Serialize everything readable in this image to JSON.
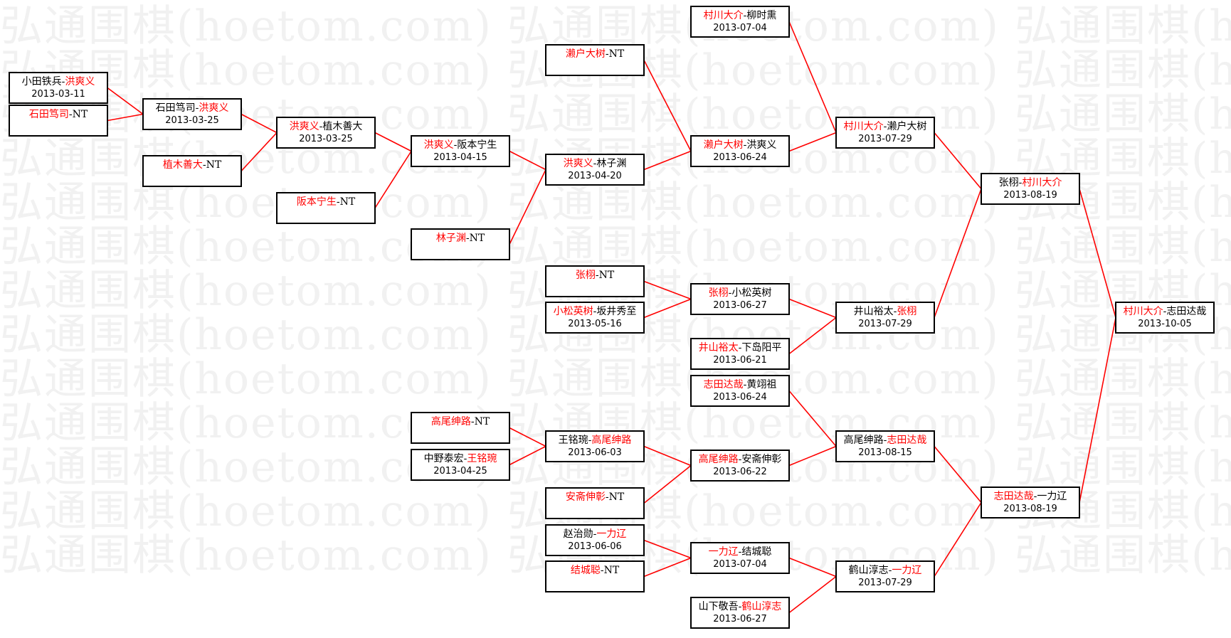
{
  "watermark": {
    "text": "弘通围棋(hoetom.com) 弘通围棋(hoetom.com) 弘通围棋(hoetom.com)"
  },
  "colors": {
    "winner": "#ff0000",
    "line": "#ff0000",
    "text": "#000000"
  },
  "tree": {
    "final": {
      "name": "final",
      "p1": "村川大介",
      "p2": "志田达哉",
      "winner": 1,
      "date": "2013-10-05",
      "children": [
        {
          "name": "semifinal-1",
          "p1": "张栩",
          "p2": "村川大介",
          "winner": 2,
          "date": "2013-08-19",
          "children": [
            {
              "name": "quarterfinal-1",
              "p1": "村川大介",
              "p2": "濑户大树",
              "winner": 1,
              "date": "2013-07-29",
              "children": [
                {
                  "name": "r4-murakawa",
                  "p1": "村川大介",
                  "p2": "柳时熏",
                  "winner": 1,
                  "date": "2013-07-04"
                },
                {
                  "name": "r4-seto",
                  "p1": "濑户大树",
                  "p2": "洪爽义",
                  "winner": 1,
                  "date": "2013-06-24",
                  "children": [
                    {
                      "name": "r3-seto",
                      "p1": "濑户大树",
                      "p2": "NT",
                      "winner": 1,
                      "date": ""
                    },
                    {
                      "name": "r3-hong",
                      "p1": "洪爽义",
                      "p2": "林子渊",
                      "winner": 1,
                      "date": "2013-04-20",
                      "children": [
                        {
                          "name": "r2-hong",
                          "p1": "洪爽义",
                          "p2": "阪本宁生",
                          "winner": 1,
                          "date": "2013-04-15",
                          "children": [
                            {
                              "name": "r1c-hong",
                              "p1": "洪爽义",
                              "p2": "植木善大",
                              "winner": 1,
                              "date": "2013-03-25",
                              "children": [
                                {
                                  "name": "r1b-hong",
                                  "p1": "石田笃司",
                                  "p2": "洪爽义",
                                  "winner": 2,
                                  "date": "2013-03-25",
                                  "children": [
                                    {
                                      "name": "r1a-hong",
                                      "p1": "小田铁兵",
                                      "p2": "洪爽义",
                                      "winner": 2,
                                      "date": "2013-03-11"
                                    },
                                    {
                                      "name": "r1a-ishida",
                                      "p1": "石田笃司",
                                      "p2": "NT",
                                      "winner": 1,
                                      "date": ""
                                    }
                                  ]
                                },
                                {
                                  "name": "r1b-ueki",
                                  "p1": "植木善大",
                                  "p2": "NT",
                                  "winner": 1,
                                  "date": ""
                                }
                              ]
                            },
                            {
                              "name": "r1c-sakamoto",
                              "p1": "阪本宁生",
                              "p2": "NT",
                              "winner": 1,
                              "date": ""
                            }
                          ]
                        },
                        {
                          "name": "r2-lin",
                          "p1": "林子渊",
                          "p2": "NT",
                          "winner": 1,
                          "date": ""
                        }
                      ]
                    }
                  ]
                }
              ]
            },
            {
              "name": "quarterfinal-2",
              "p1": "井山裕太",
              "p2": "张栩",
              "winner": 2,
              "date": "2013-07-29",
              "children": [
                {
                  "name": "r4-zhang",
                  "p1": "张栩",
                  "p2": "小松英树",
                  "winner": 1,
                  "date": "2013-06-27",
                  "children": [
                    {
                      "name": "r3-zhang",
                      "p1": "张栩",
                      "p2": "NT",
                      "winner": 1,
                      "date": ""
                    },
                    {
                      "name": "r3-komatsu",
                      "p1": "小松英树",
                      "p2": "坂井秀至",
                      "winner": 1,
                      "date": "2013-05-16"
                    }
                  ]
                },
                {
                  "name": "r4-iyama",
                  "p1": "井山裕太",
                  "p2": "下岛阳平",
                  "winner": 1,
                  "date": "2013-06-21"
                }
              ]
            }
          ]
        },
        {
          "name": "semifinal-2",
          "p1": "志田达哉",
          "p2": "一力辽",
          "winner": 1,
          "date": "2013-08-19",
          "children": [
            {
              "name": "quarterfinal-3",
              "p1": "高尾绅路",
              "p2": "志田达哉",
              "winner": 2,
              "date": "2013-08-15",
              "children": [
                {
                  "name": "r4-shida",
                  "p1": "志田达哉",
                  "p2": "黄翊祖",
                  "winner": 1,
                  "date": "2013-06-24"
                },
                {
                  "name": "r4-takao",
                  "p1": "高尾绅路",
                  "p2": "安斋伸彰",
                  "winner": 1,
                  "date": "2013-06-22",
                  "children": [
                    {
                      "name": "r3-takao",
                      "p1": "王铭琬",
                      "p2": "高尾绅路",
                      "winner": 2,
                      "date": "2013-06-03",
                      "children": [
                        {
                          "name": "r2-takao",
                          "p1": "高尾绅路",
                          "p2": "NT",
                          "winner": 1,
                          "date": ""
                        },
                        {
                          "name": "r2-wang",
                          "p1": "中野泰宏",
                          "p2": "王铭琬",
                          "winner": 2,
                          "date": "2013-04-25"
                        }
                      ]
                    },
                    {
                      "name": "r3-anzai",
                      "p1": "安斋伸彰",
                      "p2": "NT",
                      "winner": 1,
                      "date": ""
                    }
                  ]
                }
              ]
            },
            {
              "name": "quarterfinal-4",
              "p1": "鹤山淳志",
              "p2": "一力辽",
              "winner": 2,
              "date": "2013-07-29",
              "children": [
                {
                  "name": "r4-ichiriki",
                  "p1": "一力辽",
                  "p2": "结城聪",
                  "winner": 1,
                  "date": "2013-07-04",
                  "children": [
                    {
                      "name": "r3-ichiriki",
                      "p1": "赵治勋",
                      "p2": "一力辽",
                      "winner": 2,
                      "date": "2013-06-06"
                    },
                    {
                      "name": "r3-yuki",
                      "p1": "结城聪",
                      "p2": "NT",
                      "winner": 1,
                      "date": ""
                    }
                  ]
                },
                {
                  "name": "r4-tsuruyama",
                  "p1": "山下敬吾",
                  "p2": "鹤山淳志",
                  "winner": 2,
                  "date": "2013-06-27"
                }
              ]
            }
          ]
        }
      ]
    }
  }
}
